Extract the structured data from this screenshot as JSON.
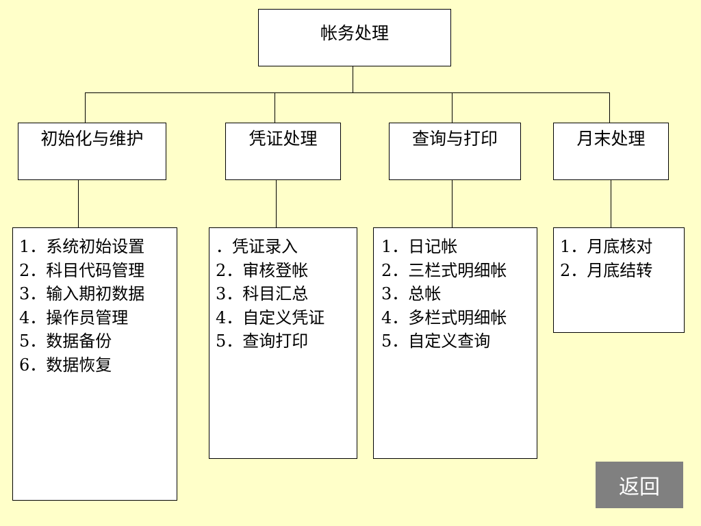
{
  "root": {
    "label": "帐务处理"
  },
  "modules": [
    {
      "label": "初始化与维护",
      "items": [
        "1．系统初始设置",
        "2．科目代码管理",
        "3．输入期初数据",
        "4．操作员管理",
        "5．数据备份",
        "6．数据恢复"
      ]
    },
    {
      "label": "凭证处理",
      "items": [
        "．凭证录入",
        "2．审核登帐",
        "3．科目汇总",
        "4．自定义凭证",
        "5．查询打印"
      ]
    },
    {
      "label": "查询与打印",
      "items": [
        "1．日记帐",
        "2．三栏式明细帐",
        "3．总帐",
        "4．多栏式明细帐",
        "5．自定义查询"
      ]
    },
    {
      "label": "月末处理",
      "items": [
        "1．月底核对",
        "2．月底结转"
      ]
    }
  ],
  "back_button": {
    "label": "返回"
  }
}
